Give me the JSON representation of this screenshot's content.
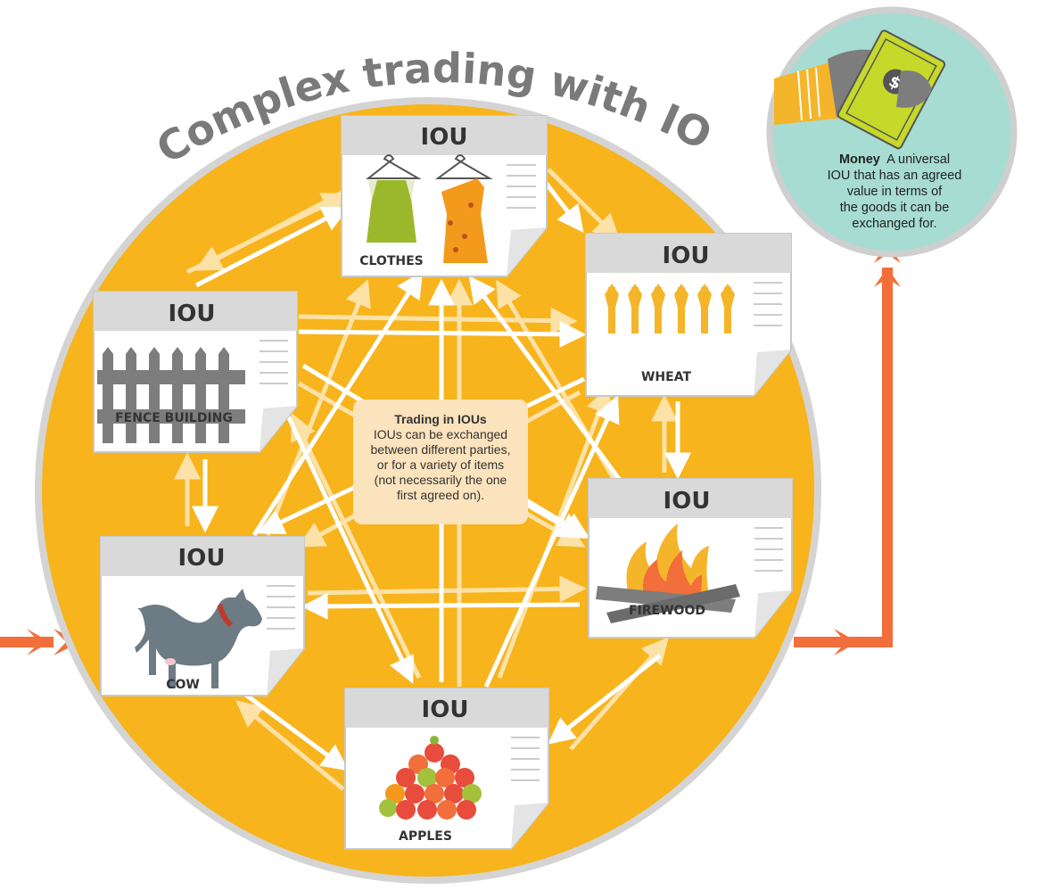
{
  "title": "Complex trading with IOUs",
  "cards": [
    {
      "id": "clothes",
      "heading": "IOU",
      "label": "CLOTHES",
      "icon": "clothes-hangers-icon"
    },
    {
      "id": "wheat",
      "heading": "IOU",
      "label": "WHEAT",
      "icon": "wheat-icon"
    },
    {
      "id": "fence",
      "heading": "IOU",
      "label": "FENCE BUILDING",
      "icon": "fence-icon"
    },
    {
      "id": "firewood",
      "heading": "IOU",
      "label": "FIREWOOD",
      "icon": "fire-icon"
    },
    {
      "id": "cow",
      "heading": "IOU",
      "label": "COW",
      "icon": "cow-icon"
    },
    {
      "id": "apples",
      "heading": "IOU",
      "label": "APPLES",
      "icon": "apples-icon"
    }
  ],
  "note": {
    "title": "Trading in IOUs",
    "body_lines": [
      "IOUs can be exchanged",
      "between different parties,",
      "or for a variety of items",
      "(not necessarily the one",
      "first agreed on)."
    ]
  },
  "money": {
    "title": "Money",
    "lines": [
      "A universal",
      "IOU that has an agreed",
      "value in terms of",
      "the goods it can be",
      "exchanged for."
    ],
    "icon": "hand-holding-banknote-icon"
  },
  "colors": {
    "circle_fill": "#f7b41c",
    "circle_border": "#d4d4d4",
    "money_circle": "#a7dcd2",
    "arrow_orange": "#f26e3a",
    "card_header": "#d9d9d9",
    "title_gray": "#7a7a7a"
  }
}
